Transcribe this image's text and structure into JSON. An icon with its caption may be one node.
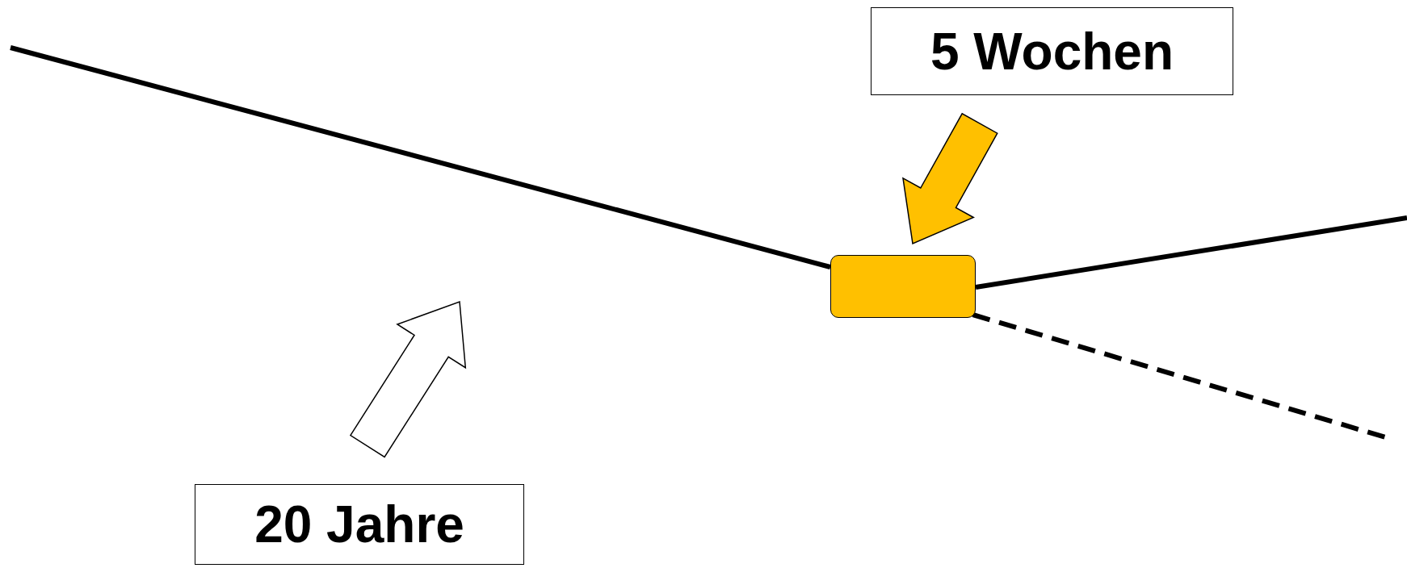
{
  "diagram": {
    "nodes": [
      {
        "text": [
          "5 Wochen"
        ]
      },
      {
        "text": [],
        "shape": "box"
      },
      {
        "text": [
          "20 Jahre"
        ]
      }
    ],
    "edges": [
      {
        "from": null,
        "to": 1,
        "arrow": "none"
      },
      {
        "from": 1,
        "to": null,
        "arrow": "none"
      },
      {
        "from": 1,
        "to": null,
        "arrow": "none",
        "style": "dashed"
      },
      {
        "from": 0,
        "to": 1,
        "arrow": "to",
        "style": "thick",
        "color": "#ffc000"
      },
      {
        "from": 2,
        "to": null,
        "arrow": "to",
        "style": "thick"
      }
    ]
  }
}
